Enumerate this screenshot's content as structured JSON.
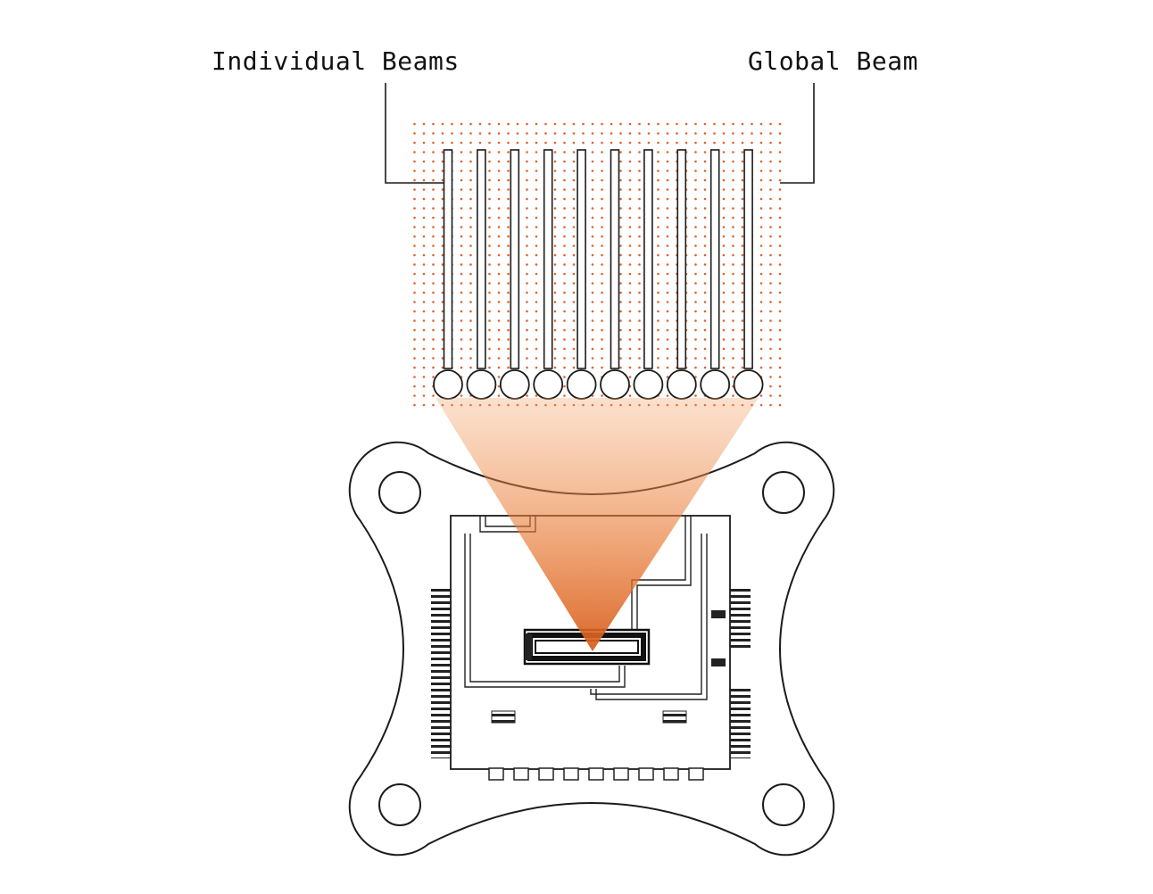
{
  "diagram": {
    "labels": {
      "individual_beams": "Individual Beams",
      "global_beam": "Global Beam"
    },
    "beams": {
      "count": 10
    },
    "colors": {
      "dot": "#E2602C",
      "cone_top": "#F29A5C",
      "cone_tip": "#D95F1E",
      "line": "#1C1C1C",
      "background": "#FFFFFF"
    }
  }
}
